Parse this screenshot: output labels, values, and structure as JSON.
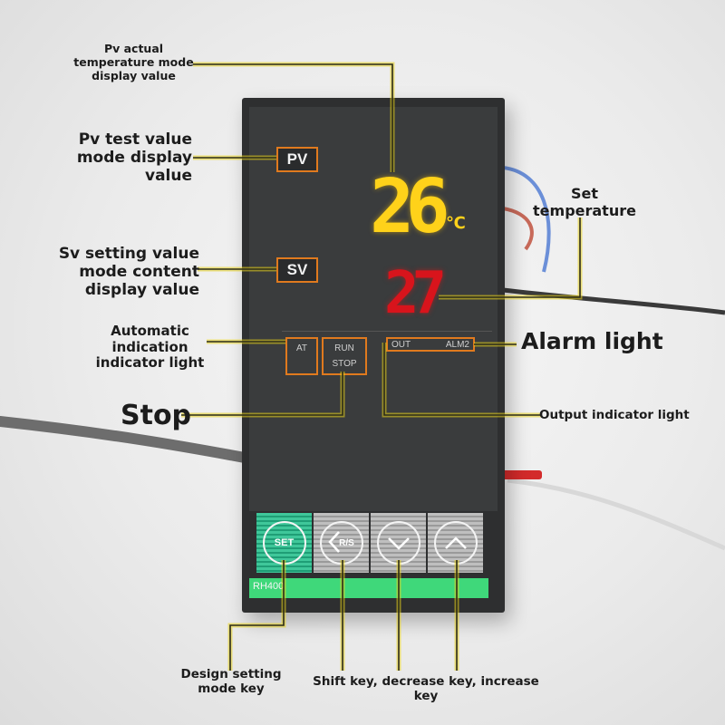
{
  "labels": {
    "pv_actual": "Pv actual\ntemperature mode\ndisplay value",
    "pv_test": "Pv test value\nmode display\nvalue",
    "set_temp": "Set\ntemperature",
    "sv_setting": "Sv setting value\nmode content\ndisplay value",
    "alarm_light": "Alarm light",
    "automatic_ind": "Automatic\nindication\nindicator light",
    "stop": "Stop",
    "output_ind": "Output indicator light",
    "design_key": "Design setting\nmode key",
    "keys_caption": "Shift key, decrease key, increase key"
  },
  "device": {
    "pv_tag": "PV",
    "sv_tag": "SV",
    "pv_value": "26",
    "pv_unit": "℃",
    "sv_value": "27",
    "ind_at": "AT",
    "ind_run": "RUN",
    "ind_stop": "STOP",
    "ind_out": "OUT",
    "ind_alm2": "ALM2",
    "key_set": "SET",
    "key_rs": "R/S",
    "model": "RH400"
  },
  "colors": {
    "pv_digits": "#ffd21a",
    "sv_digits": "#d8141c",
    "tag_border": "#e07a1e",
    "callout_line": "#2b2b1a",
    "callout_glow": "#e8d21a",
    "set_key": "#2fb386",
    "model_strip": "#3fd87a"
  },
  "icons": {
    "shift": "chevron-left-icon",
    "decrease": "chevron-down-icon",
    "increase": "chevron-up-icon"
  }
}
